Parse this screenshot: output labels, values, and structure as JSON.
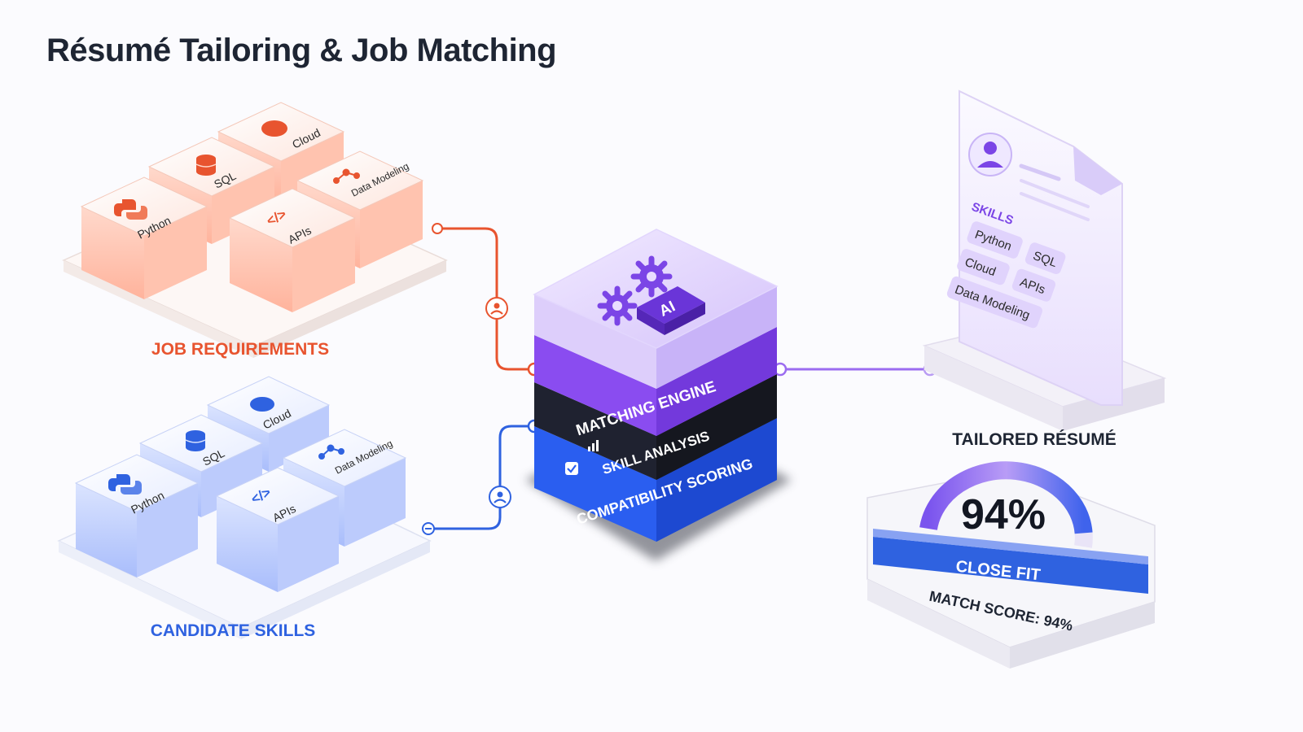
{
  "title": "Résumé Tailoring & Job Matching",
  "job_requirements": {
    "label": "JOB REQUIREMENTS",
    "color": "#e8542f",
    "tiles": [
      "Python",
      "SQL",
      "Cloud",
      "APIs",
      "Data Modeling"
    ]
  },
  "candidate_skills": {
    "label": "CANDIDATE SKILLS",
    "color": "#2f62e0",
    "tiles": [
      "Python",
      "SQL",
      "Cloud",
      "APIs",
      "Data Modeling"
    ]
  },
  "engine": {
    "chip": "AI",
    "layers": [
      "MATCHING ENGINE",
      "SKILL ANALYSIS",
      "COMPATIBILITY SCORING"
    ],
    "colors": {
      "matching": "#8a4cf0",
      "analysis": "#1f2230",
      "scoring": "#2a5ef0"
    }
  },
  "resume": {
    "label": "TAILORED RÉSUMÉ",
    "skills_heading": "SKILLS",
    "skills": [
      "Python",
      "SQL",
      "Cloud",
      "APIs",
      "Data Modeling"
    ]
  },
  "score": {
    "value_text": "94%",
    "value": 0.94,
    "badge": "CLOSE FIT",
    "caption": "MATCH SCORE: 94%"
  }
}
